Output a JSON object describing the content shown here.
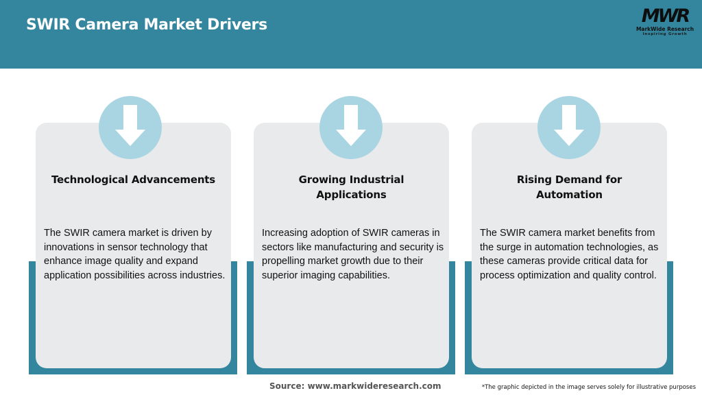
{
  "header": {
    "title": "SWIR Camera Market Drivers",
    "background_color": "#33869e"
  },
  "logo": {
    "mark": "MWR",
    "name": "MarkWide Research",
    "tagline": "Inspiring Growth"
  },
  "drivers": [
    {
      "icon": "arrow-down-icon",
      "title": "Technological Advancements",
      "body": "The SWIR camera market is driven by innovations in sensor technology that enhance image quality and expand application possibilities across industries."
    },
    {
      "icon": "arrow-down-icon",
      "title": "Growing Industrial Applications",
      "body": "Increasing adoption of SWIR cameras in sectors like manufacturing and security is propelling market growth due to their superior imaging capabilities."
    },
    {
      "icon": "arrow-down-icon",
      "title": "Rising Demand for Automation",
      "body": "The SWIR camera market benefits from the surge in automation technologies, as these cameras provide critical data for process optimization and quality control."
    }
  ],
  "colors": {
    "accent_teal": "#33869e",
    "card_bg": "#e8eaeb",
    "circle_bg": "#a9d5e3"
  },
  "footer": {
    "source": "Source: www.markwideresearch.com",
    "disclaimer": "*The graphic depicted in the image serves solely for illustrative purposes"
  }
}
